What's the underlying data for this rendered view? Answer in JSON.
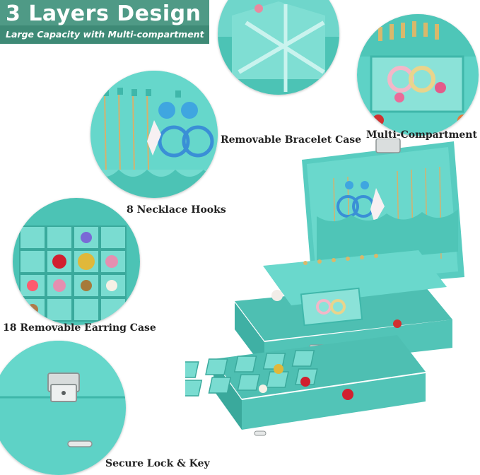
{
  "header": {
    "title": "3 Layers Design",
    "subtitle": "Large Capacity with Multi-compartment"
  },
  "features": {
    "bracelet": "Removable Bracelet Case",
    "compartment": "Multi-Compartment",
    "hooks": "8 Necklace Hooks",
    "earring": "18 Removable Earring Case",
    "lock": "Secure Lock & Key"
  },
  "colors": {
    "banner": "#4f9a86",
    "velvet": "#5ed2c6",
    "velvet_dark": "#3fb7aa",
    "velvet_light": "#8be2d8"
  }
}
